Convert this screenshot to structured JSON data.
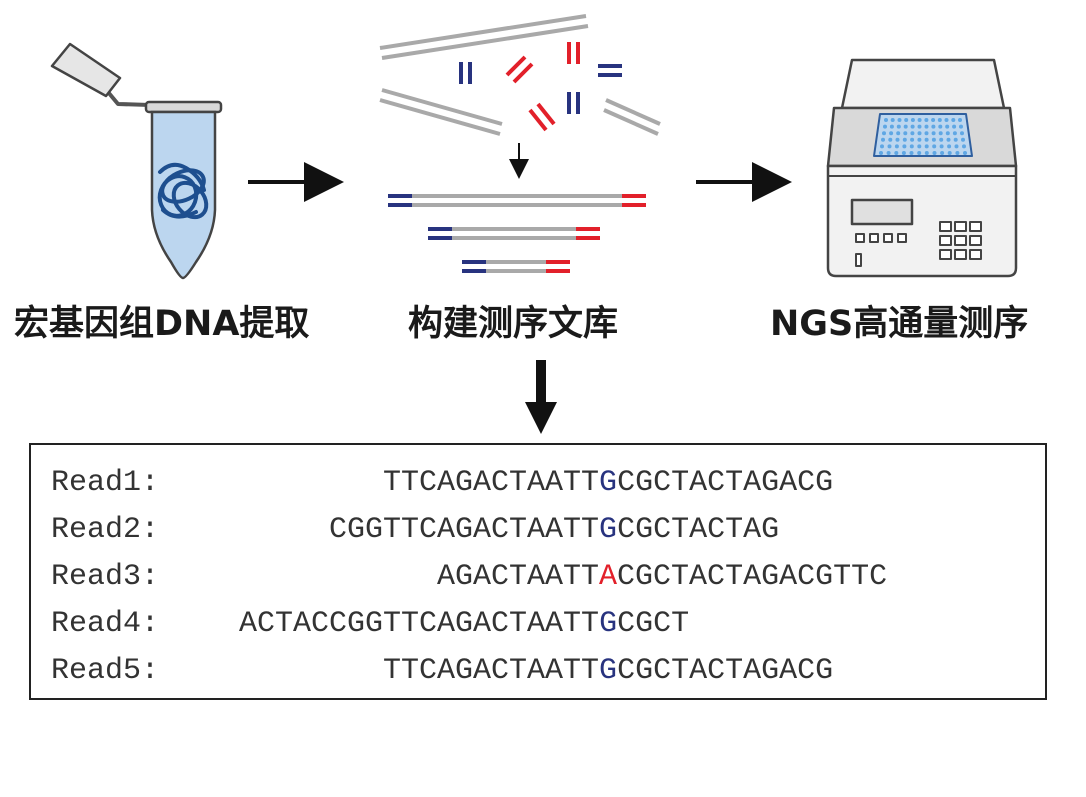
{
  "steps": [
    {
      "id": "extract",
      "label": "宏基因组DNA提取"
    },
    {
      "id": "library",
      "label": "构建测序文库"
    },
    {
      "id": "sequencing",
      "label": "NGS高通量测序"
    }
  ],
  "colors": {
    "adapter_left": "#28337f",
    "adapter_right": "#e2202a",
    "fragment_gray": "#a9a9a9",
    "snp_major": "#28337f",
    "snp_minor": "#e2202a",
    "tube_fill": "#bcd6ef",
    "dna_coil": "#1e4f8f",
    "plate_blue": "#5fa7e4"
  },
  "icons": [
    "microcentrifuge-tube-icon",
    "dna-coil-icon",
    "dna-fragments-icon",
    "adapter-ligated-library-icon",
    "ngs-sequencer-icon"
  ],
  "reads": [
    {
      "name": "Read1:",
      "pre": "TTCAGACTAATT",
      "snp": "G",
      "post": "CGCTACTAGACG",
      "snp_type": "major",
      "offset": 8
    },
    {
      "name": "Read2:",
      "pre": "CGGTTCAGACTAATT",
      "snp": "G",
      "post": "CGCTACTAG",
      "snp_type": "major",
      "offset": 5
    },
    {
      "name": "Read3:",
      "pre": "AGACTAATT",
      "snp": "A",
      "post": "CGCTACTAGACGTTC",
      "snp_type": "minor",
      "offset": 11
    },
    {
      "name": "Read4:",
      "pre": "ACTACCGGTTCAGACTAATT",
      "snp": "G",
      "post": "CGCT",
      "snp_type": "major",
      "offset": 0
    },
    {
      "name": "Read5:",
      "pre": "TTCAGACTAATT",
      "snp": "G",
      "post": "CGCTACTAGACG",
      "snp_type": "major",
      "offset": 8
    }
  ]
}
